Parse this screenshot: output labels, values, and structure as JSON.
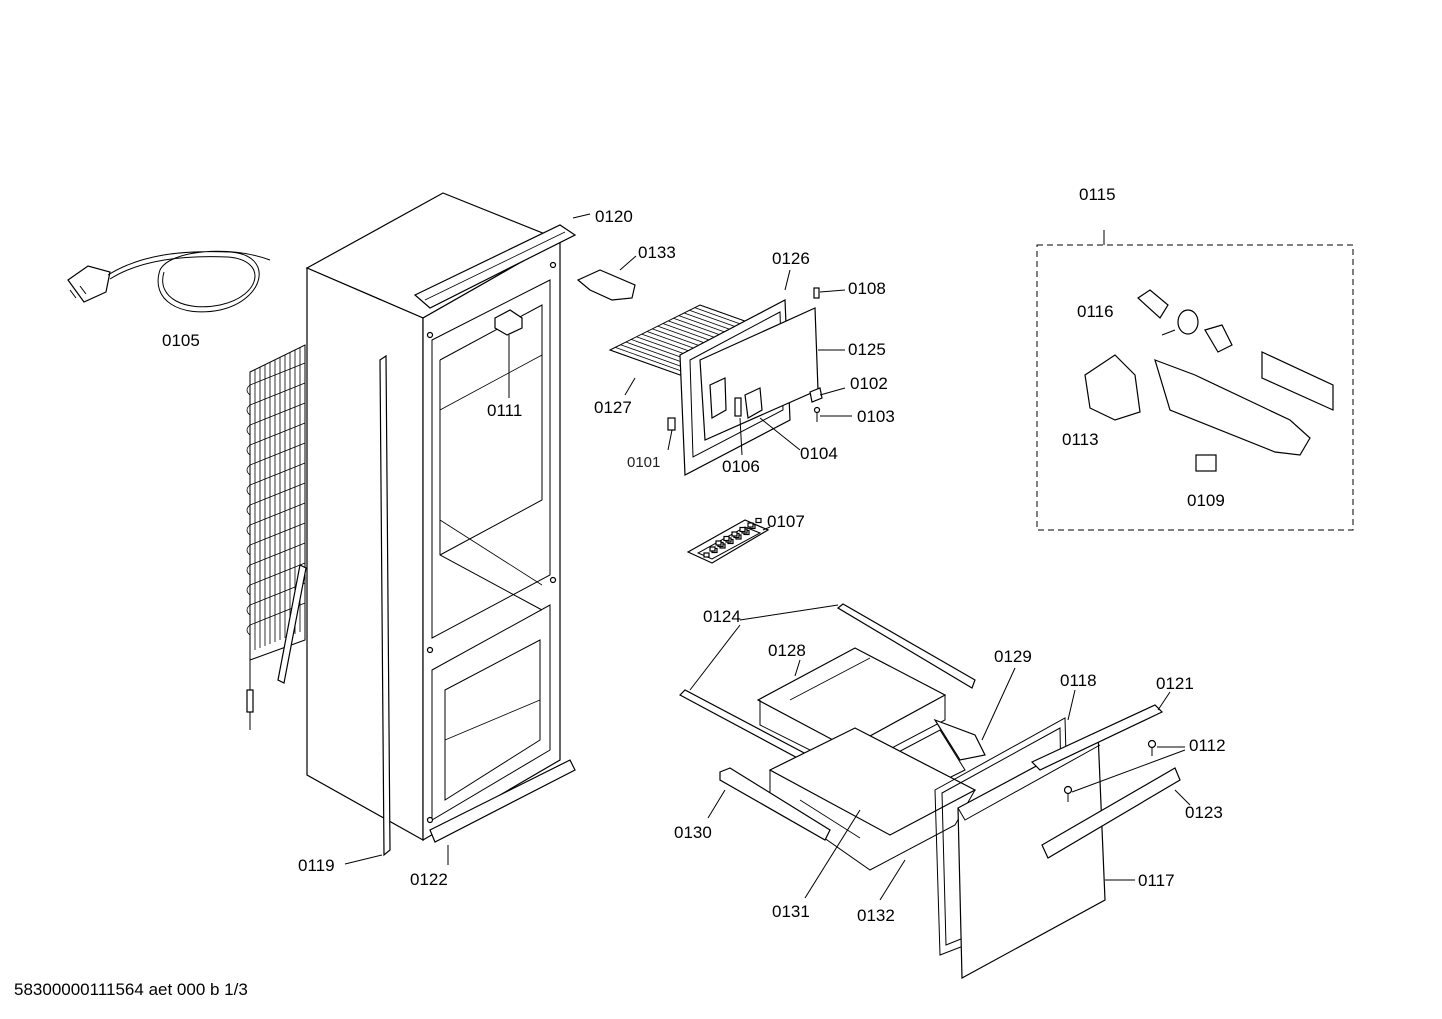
{
  "footer_code": "58300000111564 aet 000 b 1/3",
  "part_labels": {
    "p0101": "0101",
    "p0102": "0102",
    "p0103": "0103",
    "p0104": "0104",
    "p0105": "0105",
    "p0106": "0106",
    "p0107": "0107",
    "p0108": "0108",
    "p0109": "0109",
    "p0111": "0111",
    "p0112": "0112",
    "p0113": "0113",
    "p0115": "0115",
    "p0116": "0116",
    "p0117": "0117",
    "p0118": "0118",
    "p0119": "0119",
    "p0120": "0120",
    "p0121": "0121",
    "p0122": "0122",
    "p0123": "0123",
    "p0124": "0124",
    "p0125": "0125",
    "p0126": "0126",
    "p0127": "0127",
    "p0128": "0128",
    "p0129": "0129",
    "p0130": "0130",
    "p0131": "0131",
    "p0132": "0132",
    "p0133": "0133"
  }
}
